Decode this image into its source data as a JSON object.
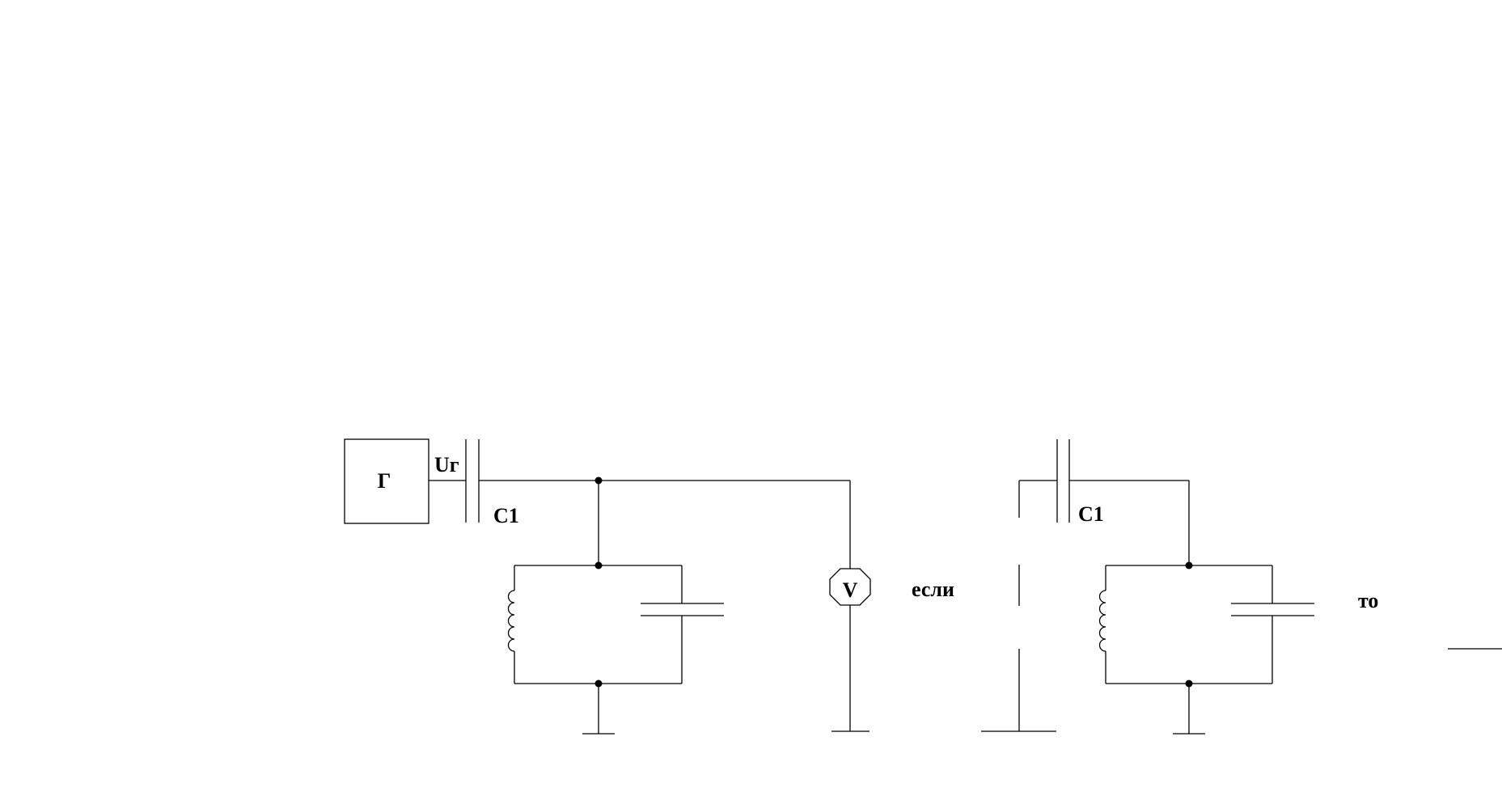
{
  "diagram": {
    "colors": {
      "line": "#000000",
      "background": "#ffffff"
    },
    "generator_label": "Г",
    "voltage_label": "Uг",
    "capacitor_label_left": "C1",
    "capacitor_label_right": "C1",
    "voltmeter_label": "V",
    "word_if": "если",
    "word_then": "то"
  }
}
